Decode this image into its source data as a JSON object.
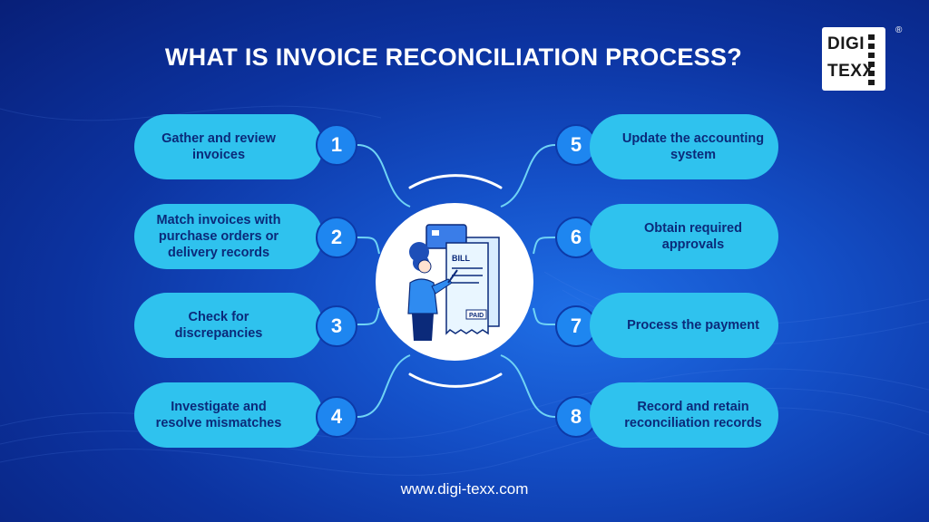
{
  "title": "WHAT IS INVOICE RECONCILIATION PROCESS?",
  "logo": {
    "line1": "DIGI",
    "line2": "TEXX",
    "registered": "®"
  },
  "steps": [
    {
      "number": "1",
      "label": "Gather and review invoices"
    },
    {
      "number": "2",
      "label": "Match invoices with purchase orders or delivery records"
    },
    {
      "number": "3",
      "label": "Check for discrepancies"
    },
    {
      "number": "4",
      "label": "Investigate and resolve mismatches"
    },
    {
      "number": "5",
      "label": "Update the accounting system"
    },
    {
      "number": "6",
      "label": "Obtain required approvals"
    },
    {
      "number": "7",
      "label": "Process the payment"
    },
    {
      "number": "8",
      "label": "Record and retain reconciliation records"
    }
  ],
  "illustration": {
    "bill_text": "BILL",
    "paid_text": "PAID"
  },
  "footer": {
    "url": "www.digi-texx.com"
  },
  "colors": {
    "background": "#0c33a0",
    "pill": "#2fc2ee",
    "number_circle": "#1e86f0",
    "title": "#ffffff"
  }
}
